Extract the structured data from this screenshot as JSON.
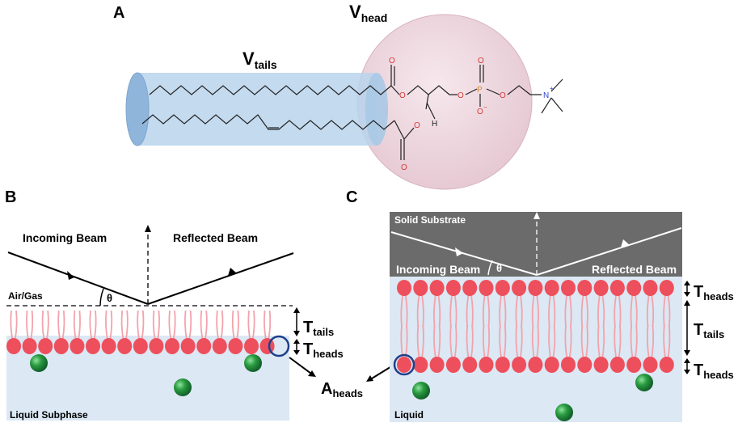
{
  "panels": {
    "a": {
      "letter": "A",
      "v_tails": {
        "main": "V",
        "sub": "tails"
      },
      "v_head": {
        "main": "V",
        "sub": "head"
      },
      "atoms": {
        "o1": "O",
        "o2": "O",
        "o3": "O",
        "o4": "O",
        "o5": "O",
        "o6": "O",
        "o7": "O",
        "p": "P",
        "n": "N",
        "n_charge": "+",
        "o_minus": "O",
        "o_charge": "−",
        "h": "H"
      }
    },
    "b": {
      "letter": "B",
      "incoming": "Incoming Beam",
      "reflected": "Reflected Beam",
      "medium": "Air/Gas",
      "theta": "θ",
      "subphase": "Liquid Subphase",
      "t_tails": {
        "main": "T",
        "sub": "tails"
      },
      "t_heads": {
        "main": "T",
        "sub": "heads"
      }
    },
    "shared": {
      "a_heads": {
        "main": "A",
        "sub": "heads"
      }
    },
    "c": {
      "letter": "C",
      "substrate": "Solid Substrate",
      "incoming": "Incoming Beam",
      "reflected": "Reflected Beam",
      "theta": "θ",
      "liquid": "Liquid",
      "t_heads_top": {
        "main": "T",
        "sub": "heads"
      },
      "t_tails": {
        "main": "T",
        "sub": "tails"
      },
      "t_heads_bottom": {
        "main": "T",
        "sub": "heads"
      }
    }
  },
  "colors": {
    "tail_cylinder": "#b8d4ec",
    "head_sphere": "#f1dde4",
    "lipid_head": "#ee4f5c",
    "lipid_tail": "#f2a3ab",
    "liquid": "#dce8f4",
    "substrate": "#6b6b6b",
    "ion": "#1e8a36",
    "highlight": "#1f3f8a"
  }
}
